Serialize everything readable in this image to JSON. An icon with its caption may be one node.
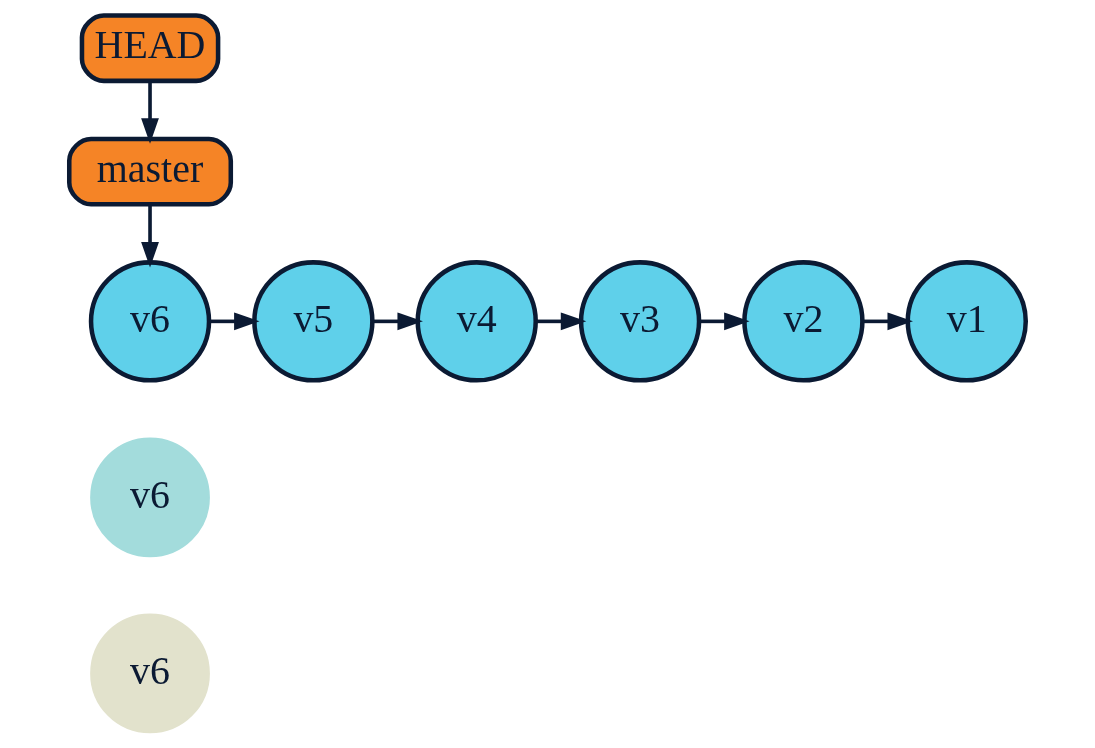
{
  "diagram": {
    "nodes": [
      {
        "text": [
          "HEAD"
        ]
      },
      {
        "text": [
          "master"
        ]
      },
      {
        "text": [
          "v1"
        ]
      },
      {
        "text": [
          "v2"
        ]
      },
      {
        "text": [
          "v3"
        ]
      },
      {
        "text": [
          "v4"
        ]
      },
      {
        "text": [
          "v5"
        ]
      },
      {
        "text": [
          "v6"
        ]
      },
      {
        "text": [
          "v6"
        ]
      },
      {
        "text": [
          "v6"
        ]
      }
    ],
    "edges": [
      {
        "from": 0,
        "to": 1,
        "arrow": "to"
      },
      {
        "from": 1,
        "to": 7,
        "arrow": "to"
      },
      {
        "from": 7,
        "to": 6,
        "arrow": "to"
      },
      {
        "from": 6,
        "to": 5,
        "arrow": "to"
      },
      {
        "from": 5,
        "to": 4,
        "arrow": "to"
      },
      {
        "from": 4,
        "to": 3,
        "arrow": "to"
      },
      {
        "from": 3,
        "to": 2,
        "arrow": "to"
      }
    ]
  }
}
